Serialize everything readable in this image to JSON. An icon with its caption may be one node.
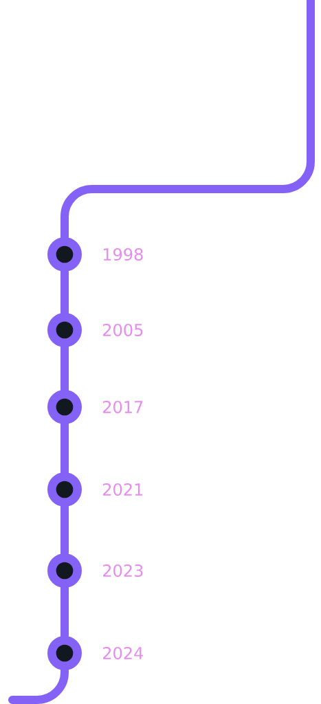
{
  "diagram": {
    "nodes": [
      {
        "text": [
          "1998"
        ]
      },
      {
        "text": [
          "2005"
        ]
      },
      {
        "text": [
          "2017"
        ]
      },
      {
        "text": [
          "2021"
        ]
      },
      {
        "text": [
          "2023"
        ]
      },
      {
        "text": [
          "2024"
        ]
      }
    ],
    "edges": [
      {
        "from": null,
        "to": 0,
        "arrow": "none"
      },
      {
        "from": 0,
        "to": 1,
        "arrow": "none"
      },
      {
        "from": 1,
        "to": 2,
        "arrow": "none"
      },
      {
        "from": 2,
        "to": 3,
        "arrow": "none"
      },
      {
        "from": 3,
        "to": 4,
        "arrow": "none"
      },
      {
        "from": 4,
        "to": 5,
        "arrow": "none"
      },
      {
        "from": 5,
        "to": null,
        "arrow": "none"
      }
    ]
  }
}
